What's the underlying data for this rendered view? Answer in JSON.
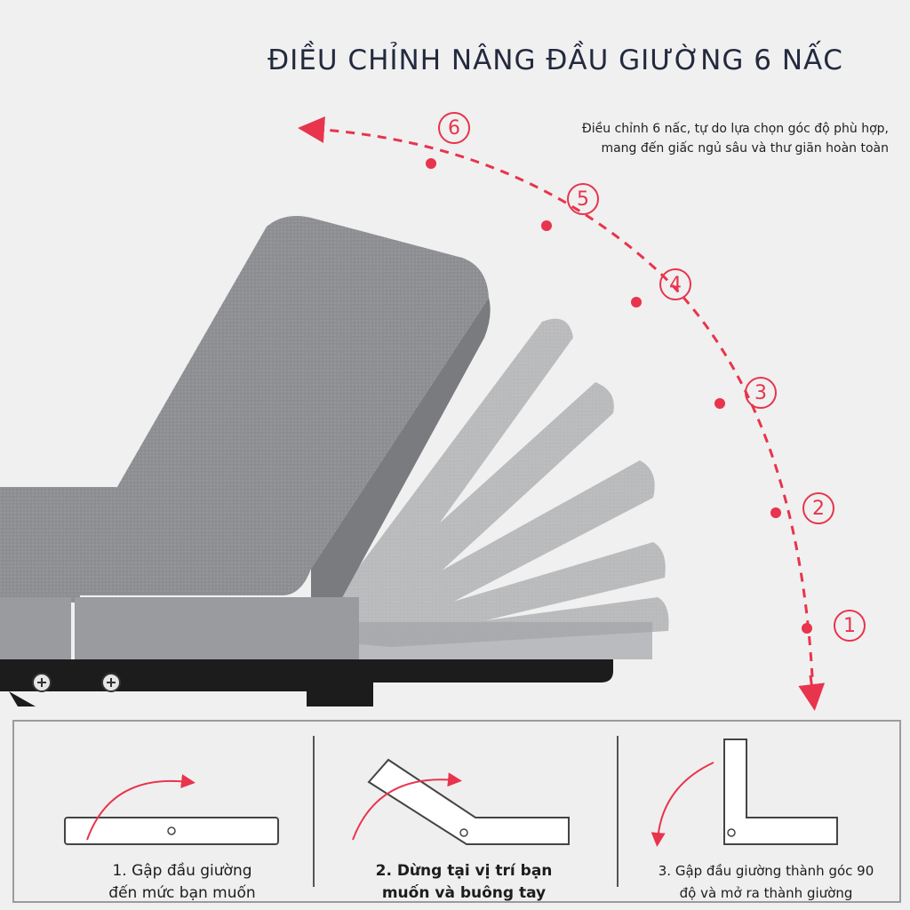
{
  "title": "ĐIỀU CHỈNH NÂNG ĐẦU GIƯỜNG 6 NẤC",
  "description": {
    "line1": "Điều chỉnh 6 nấc, tự do lựa chọn góc độ phù hợp,",
    "line2": "mang đến giấc ngủ sâu và thư giãn hoàn toàn"
  },
  "positions": [
    "1",
    "2",
    "3",
    "4",
    "5",
    "6"
  ],
  "steps": [
    {
      "line1": "1. Gập đầu giường",
      "line2": "đến mức bạn muốn"
    },
    {
      "line1": "2. Dừng tại vị trí bạn",
      "line2": "muốn và buông tay"
    },
    {
      "line1": "3. Gập đầu giường thành góc 90",
      "line2": "độ và mở ra thành giường"
    }
  ],
  "colors": {
    "accent": "#e8344c",
    "fabric": "#8e8f93",
    "frame": "#1c1c1c",
    "title": "#232a3e"
  }
}
